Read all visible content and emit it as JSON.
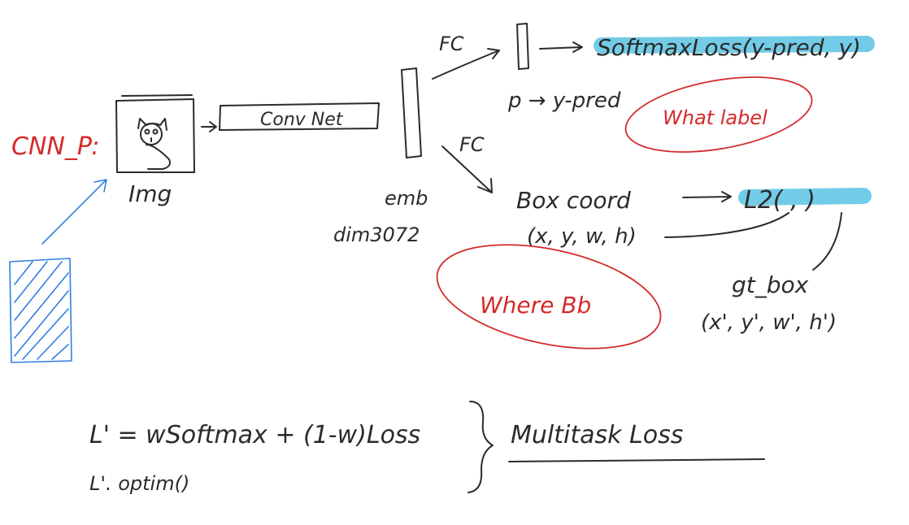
{
  "colors": {
    "ink": "#2b2b2b",
    "red_ink": "#d42a2a",
    "blue_ink": "#2f7fe0",
    "highlight": "#6cc9e6",
    "ellipse_fill": "#f3d4d4"
  },
  "diagram": {
    "model_label": "CNN_P:",
    "image_label": "Img",
    "convnet_label": "Conv Net",
    "embedding_label": "emb",
    "dim_label": "dim3072",
    "fc_top_label": "FC",
    "fc_bottom_label": "FC",
    "softmax_loss": "SoftmaxLoss(y-pred, y)",
    "p_to_ypred": "p → y-pred",
    "what_label": "What label",
    "box_coord": "Box coord",
    "box_xywh": "(x, y, w, h)",
    "l2_loss": "L2( , )",
    "gt_box": "gt_box",
    "gt_box_vals": "(x', y', w', h')",
    "where_bb": "Where Bb"
  },
  "equations": {
    "loss_line": "L' = wSoftmax + (1-w)Loss",
    "optim_line": "L'. optim()",
    "multitask": "Multitask Loss"
  }
}
